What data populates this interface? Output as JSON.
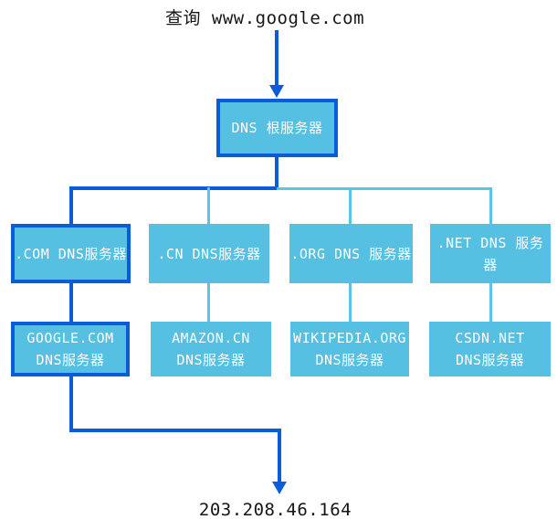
{
  "colors": {
    "path": "#0b5cd8",
    "fill": "#55c0e2",
    "line": "#5cc5e6",
    "ink": "#161616",
    "box_text": "#ffffff"
  },
  "query": {
    "label": "查询 www.google.com"
  },
  "result": {
    "ip": "203.208.46.164"
  },
  "root": {
    "label": "DNS 根服务器",
    "highlighted": true
  },
  "tld_servers": [
    {
      "label": ".COM DNS服务器",
      "highlighted": true
    },
    {
      "label": ".CN DNS服务器",
      "highlighted": false
    },
    {
      "label": ".ORG DNS 服务器",
      "highlighted": false
    },
    {
      "label": ".NET DNS 服务器",
      "highlighted": false
    }
  ],
  "authoritative_servers": [
    {
      "label": "GOOGLE.COM\nDNS服务器",
      "highlighted": true
    },
    {
      "label": "AMAZON.CN\nDNS服务器",
      "highlighted": false
    },
    {
      "label": "WIKIPEDIA.ORG\nDNS服务器",
      "highlighted": false
    },
    {
      "label": "CSDN.NET\nDNS服务器",
      "highlighted": false
    }
  ]
}
